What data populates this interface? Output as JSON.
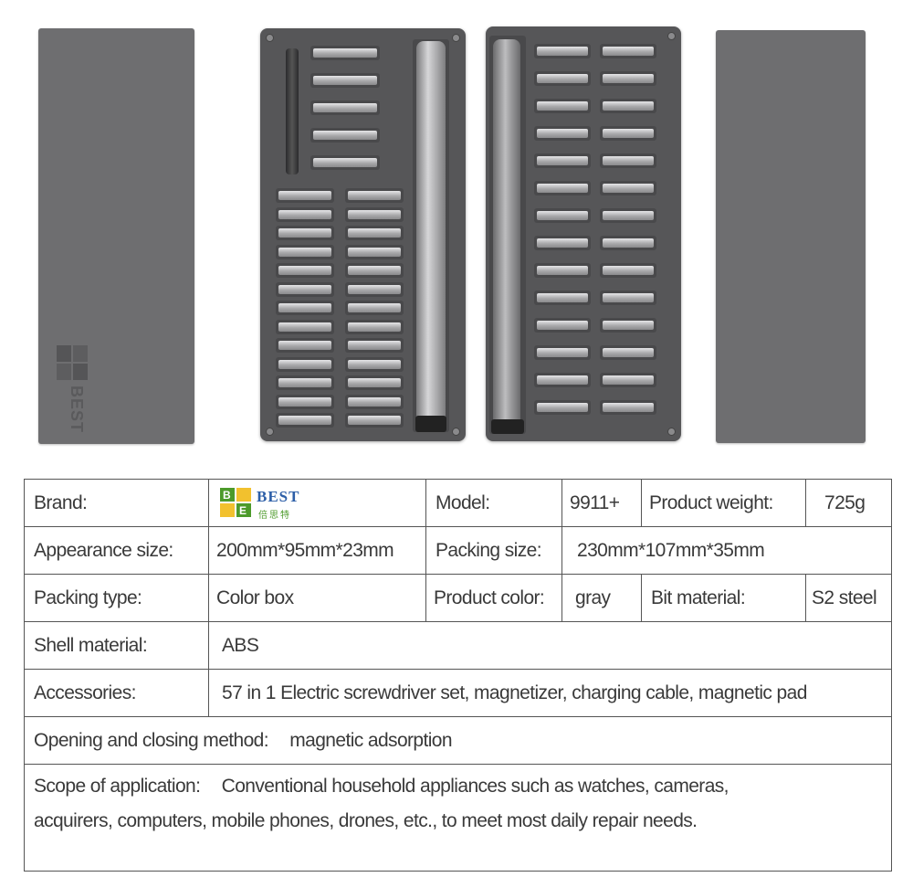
{
  "image": {
    "case_logo_text": "BEST"
  },
  "brand_logo": {
    "text": "BEST",
    "subtext": "倍思特"
  },
  "specs": {
    "brand_label": "Brand:",
    "model_label": "Model:",
    "model_value": "9911+",
    "weight_label": "Product weight:",
    "weight_value": "725g",
    "appearance_label": "Appearance size:",
    "appearance_value": "200mm*95mm*23mm",
    "packing_size_label": "Packing size:",
    "packing_size_value": "230mm*107mm*35mm",
    "packing_type_label": "Packing type:",
    "packing_type_value": "Color box",
    "color_label": "Product color:",
    "color_value": "gray",
    "bit_material_label": "Bit material:",
    "bit_material_value": "S2 steel",
    "shell_label": "Shell material:",
    "shell_value": "ABS",
    "accessories_label": "Accessories:",
    "accessories_value": "57 in 1 Electric screwdriver set, magnetizer, charging cable, magnetic pad",
    "opening_label": "Opening and closing method:",
    "opening_value": "magnetic adsorption",
    "scope_label": "Scope of application:",
    "scope_value_1": "Conventional household appliances such as watches, cameras,",
    "scope_value_2": "acquirers, computers, mobile phones, drones, etc., to meet most daily repair needs."
  },
  "colors": {
    "panel": "#6e6e70",
    "case": "#565658",
    "logo_green": "#4c9a2a",
    "logo_yellow": "#f2c12e",
    "logo_blue": "#2d5fa8"
  }
}
